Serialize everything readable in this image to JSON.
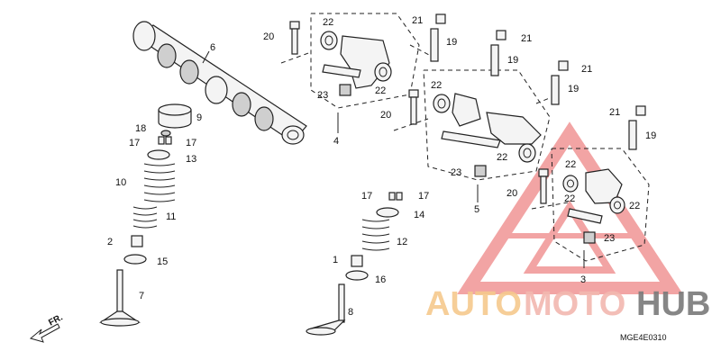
{
  "labels": {
    "l1": "1",
    "l2": "2",
    "l3": "3",
    "l4": "4",
    "l5": "5",
    "l6": "6",
    "l7": "7",
    "l8": "8",
    "l9": "9",
    "l10": "10",
    "l11": "11",
    "l12": "12",
    "l13": "13",
    "l14": "14",
    "l15": "15",
    "l16": "16",
    "l17": "17",
    "l18": "18",
    "l19": "19",
    "l20": "20",
    "l21": "21",
    "l22": "22",
    "l23": "23"
  },
  "direction_label": "FR.",
  "diagram_code": "MGE4E0310",
  "watermark": {
    "part1": "AUTO",
    "part2": "MOTO",
    "part3": "HUB",
    "color_light": "#f6c98d",
    "color_mid": "#f2b8b0",
    "color_dark": "#7a7a7a",
    "triangle_color": "#e85a5a"
  }
}
